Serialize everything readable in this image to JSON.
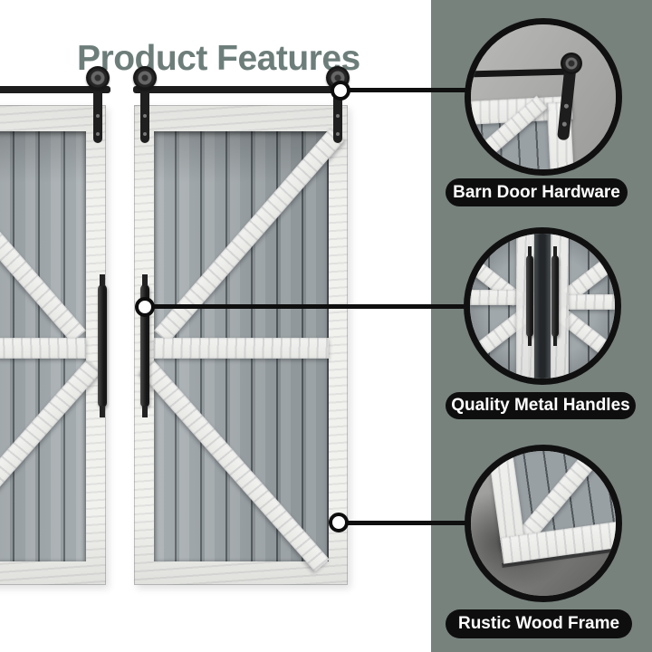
{
  "title": "Product Features",
  "callouts": [
    {
      "label": "Barn Door Hardware",
      "detail": "roller-wheel-and-track-closeup"
    },
    {
      "label": "Quality Metal Handles",
      "detail": "double-door-handles-closeup"
    },
    {
      "label": "Rustic Wood Frame",
      "detail": "door-corner-frame-closeup"
    }
  ],
  "colors": {
    "side_panel": "#77827d",
    "title_text": "#6d7e7a",
    "label_pill_bg": "#0e0e0e",
    "label_pill_text": "#ffffff",
    "callout_line": "#0f0f0f",
    "door_frame_white": "#f1f1ee",
    "door_panel_gray": "#9ba3a7",
    "hardware_black": "#1d1d1d"
  }
}
